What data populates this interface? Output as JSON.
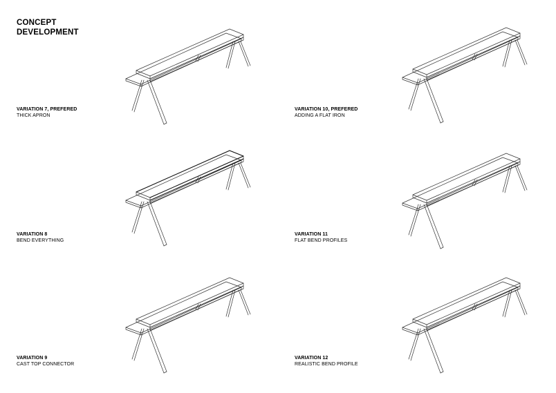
{
  "heading": {
    "line1": "CONCEPT",
    "line2": "DEVELOPMENT"
  },
  "variations": [
    {
      "title": "VARIATION 7, PREFERED",
      "subtitle": "THICK APRON"
    },
    {
      "title": "VARIATION 10, PREFERED",
      "subtitle": "ADDING A FLAT IRON"
    },
    {
      "title": "VARIATION 8",
      "subtitle": "BEND EVERYTHING"
    },
    {
      "title": "VARIATION 11",
      "subtitle": "FLAT BEND PROFILES"
    },
    {
      "title": "VARIATION 9",
      "subtitle": "CAST TOP CONNECTOR"
    },
    {
      "title": "VARIATION 12",
      "subtitle": "REALISTIC BEND PROFILE"
    }
  ]
}
